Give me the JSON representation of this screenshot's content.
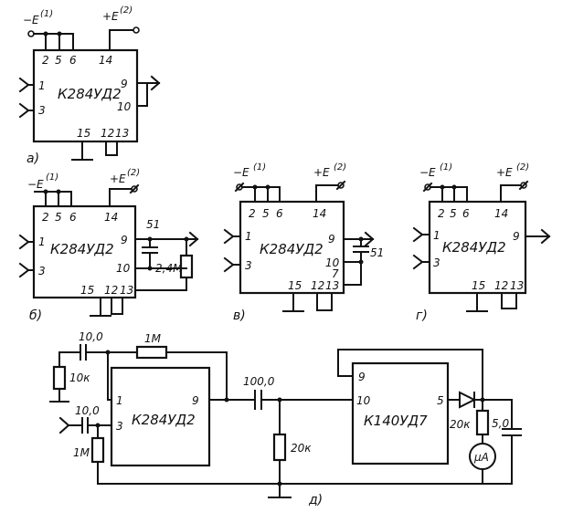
{
  "a": {
    "caption": "а)",
    "chip": "К284УД2",
    "neg_supply": "−E",
    "neg_supply_sup": "(1)",
    "pos_supply": "+E",
    "pos_supply_sup": "(2)",
    "pins": {
      "p1": "1",
      "p2": "2",
      "p3": "3",
      "p5": "5",
      "p6": "6",
      "p9": "9",
      "p10": "10",
      "p12": "12",
      "p13": "13",
      "p14": "14",
      "p15": "15"
    }
  },
  "b": {
    "caption": "б)",
    "chip": "К284УД2",
    "neg_supply": "−E",
    "neg_supply_sup": "(1)",
    "pos_supply": "+E",
    "pos_supply_sup": "(2)",
    "cap_value": "51",
    "res_value": "2,4М",
    "pins": {
      "p1": "1",
      "p2": "2",
      "p3": "3",
      "p5": "5",
      "p6": "6",
      "p9": "9",
      "p10": "10",
      "p12": "12",
      "p13": "13",
      "p14": "14",
      "p15": "15"
    }
  },
  "v": {
    "caption": "в)",
    "chip": "К284УД2",
    "neg_supply": "−E",
    "neg_supply_sup": "(1)",
    "pos_supply": "+E",
    "pos_supply_sup": "(2)",
    "cap_value": "51",
    "pins": {
      "p1": "1",
      "p2": "2",
      "p3": "3",
      "p5": "5",
      "p6": "6",
      "p7": "7",
      "p9": "9",
      "p10": "10",
      "p12": "12",
      "p13": "13",
      "p14": "14",
      "p15": "15"
    }
  },
  "g": {
    "caption": "г)",
    "chip": "К284УД2",
    "neg_supply": "−E",
    "neg_supply_sup": "(1)",
    "pos_supply": "+E",
    "pos_supply_sup": "(2)",
    "pins": {
      "p1": "1",
      "p2": "2",
      "p3": "3",
      "p5": "5",
      "p6": "6",
      "p9": "9",
      "p12": "12",
      "p13": "13",
      "p14": "14",
      "p15": "15"
    }
  },
  "d": {
    "caption": "д)",
    "chip1": "К284УД2",
    "chip2": "К140УД7",
    "c_in1": "10,0",
    "r_in1": "10к",
    "r_fb": "1М",
    "c_in2": "10,0",
    "r_in2": "1М",
    "c_couple": "100,0",
    "r_shunt": "20к",
    "r_out": "20к",
    "c_out": "5,0",
    "meter": "μA",
    "pins": {
      "p1": "1",
      "p3": "3",
      "p9": "9",
      "p9b": "9",
      "p10": "10",
      "p5": "5"
    }
  }
}
